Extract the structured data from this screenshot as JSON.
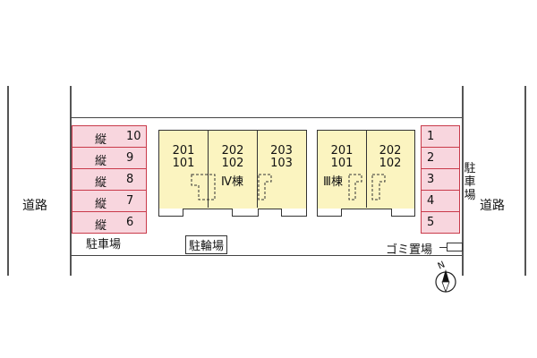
{
  "roads": {
    "left_label": "道路",
    "right_label": "道路"
  },
  "parking_left": {
    "label": "駐車場",
    "spaces": [
      {
        "prefix": "縦",
        "number": "10"
      },
      {
        "prefix": "縦",
        "number": "9"
      },
      {
        "prefix": "縦",
        "number": "8"
      },
      {
        "prefix": "縦",
        "number": "7"
      },
      {
        "prefix": "縦",
        "number": "6"
      }
    ]
  },
  "parking_right": {
    "label": "駐車場",
    "spaces": [
      "1",
      "2",
      "3",
      "4",
      "5"
    ]
  },
  "building_iv": {
    "name": "Ⅳ棟",
    "units": [
      {
        "upper": "201",
        "lower": "101"
      },
      {
        "upper": "202",
        "lower": "102"
      },
      {
        "upper": "203",
        "lower": "103"
      }
    ]
  },
  "building_iii": {
    "name": "Ⅲ棟",
    "units": [
      {
        "upper": "201",
        "lower": "101"
      },
      {
        "upper": "202",
        "lower": "102"
      }
    ]
  },
  "bicycle_parking": "駐輪場",
  "garbage": "ゴミ置場",
  "compass": {
    "label": "N"
  },
  "colors": {
    "parking_fill": "#f8d6de",
    "parking_border": "#c93a4a",
    "building_fill": "#fbf4c0"
  }
}
